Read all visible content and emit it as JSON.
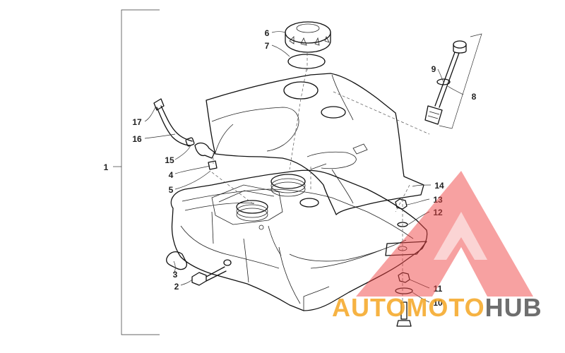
{
  "diagram": {
    "callouts": [
      "1",
      "2",
      "3",
      "4",
      "5",
      "6",
      "7",
      "8",
      "9",
      "10",
      "11",
      "12",
      "13",
      "14",
      "15",
      "16",
      "17"
    ],
    "watermark": {
      "text_a": "AUTOMOTO",
      "text_b": "HUB",
      "color_triangle": "#f04444",
      "color_text_a": "#f5a623",
      "color_text_b": "#555555"
    }
  }
}
